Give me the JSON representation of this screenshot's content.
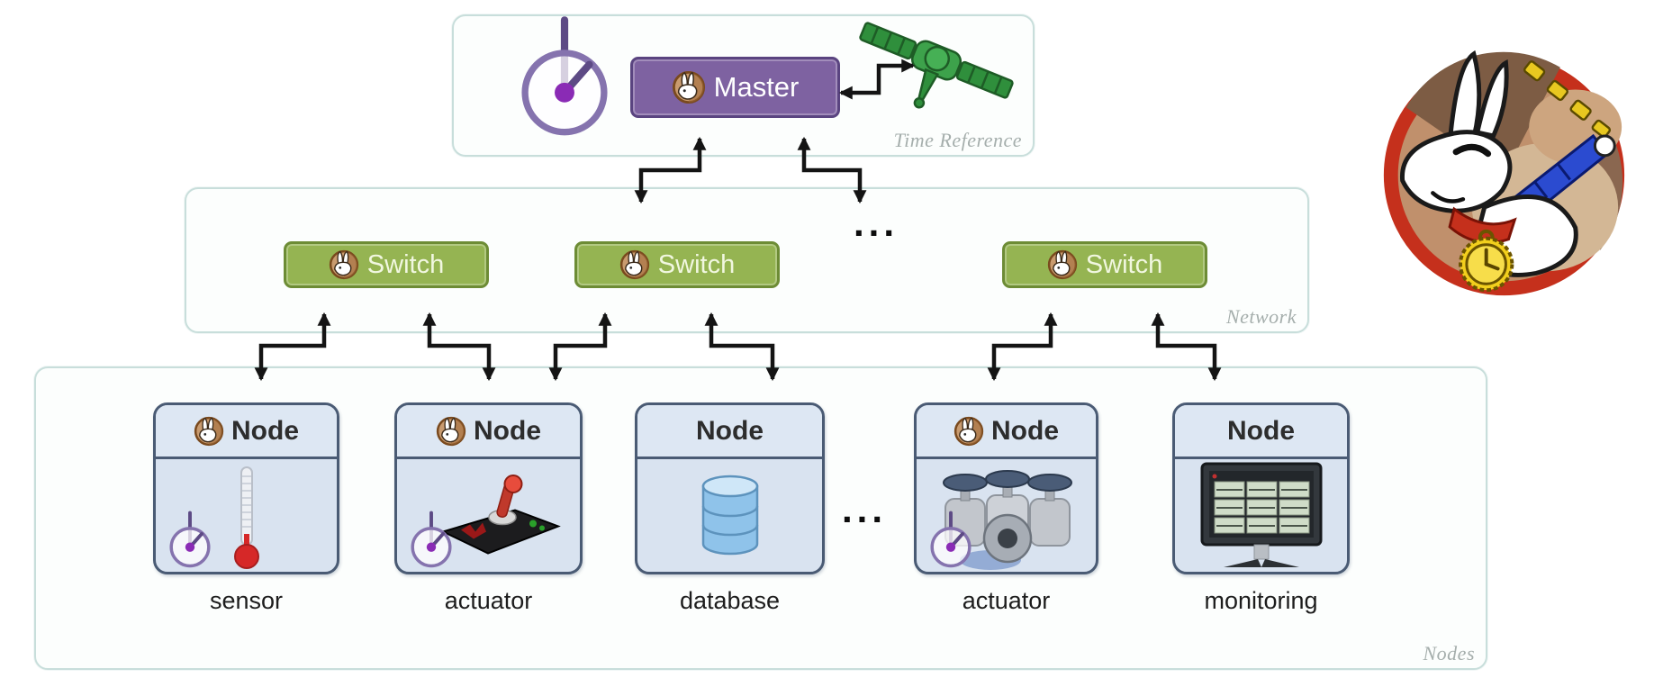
{
  "time_reference": {
    "corner_label": "Time Reference",
    "master": {
      "label": "Master",
      "icon": "white-rabbit-icon"
    },
    "icons": {
      "clock": "clock-icon",
      "satellite": "satellite-icon"
    }
  },
  "network": {
    "corner_label": "Network",
    "ellipsis": "...",
    "switches": [
      {
        "label": "Switch",
        "icon": "white-rabbit-icon"
      },
      {
        "label": "Switch",
        "icon": "white-rabbit-icon"
      },
      {
        "label": "Switch",
        "icon": "white-rabbit-icon"
      }
    ]
  },
  "nodes": {
    "corner_label": "Nodes",
    "ellipsis": "...",
    "cards": [
      {
        "header": "Node",
        "label": "sensor",
        "has_rabbit_icon": true,
        "body_icons": [
          "clock-icon",
          "thermometer-icon"
        ]
      },
      {
        "header": "Node",
        "label": "actuator",
        "has_rabbit_icon": true,
        "body_icons": [
          "clock-icon",
          "joystick-icon"
        ]
      },
      {
        "header": "Node",
        "label": "database",
        "has_rabbit_icon": false,
        "body_icons": [
          "database-icon"
        ]
      },
      {
        "header": "Node",
        "label": "actuator",
        "has_rabbit_icon": true,
        "body_icons": [
          "clock-icon",
          "valves-icon"
        ]
      },
      {
        "header": "Node",
        "label": "monitoring",
        "has_rabbit_icon": false,
        "body_icons": [
          "monitor-icon"
        ]
      }
    ]
  },
  "logo": {
    "name": "white-rabbit-logo",
    "depicts": "white rabbit with pocket watch inside red ring"
  },
  "colors": {
    "master_purple": "#7e62a1",
    "switch_green": "#95b452",
    "node_border": "#4a5b74",
    "node_header_bg": "#dde7f3",
    "node_body_bg": "#d9e3f0",
    "group_box_border": "#c8dedb",
    "arrow": "#141414",
    "clock_purple": "#7d6bab",
    "satellite_green": "#2f8f3c",
    "logo_ring_red": "#c5301c"
  }
}
